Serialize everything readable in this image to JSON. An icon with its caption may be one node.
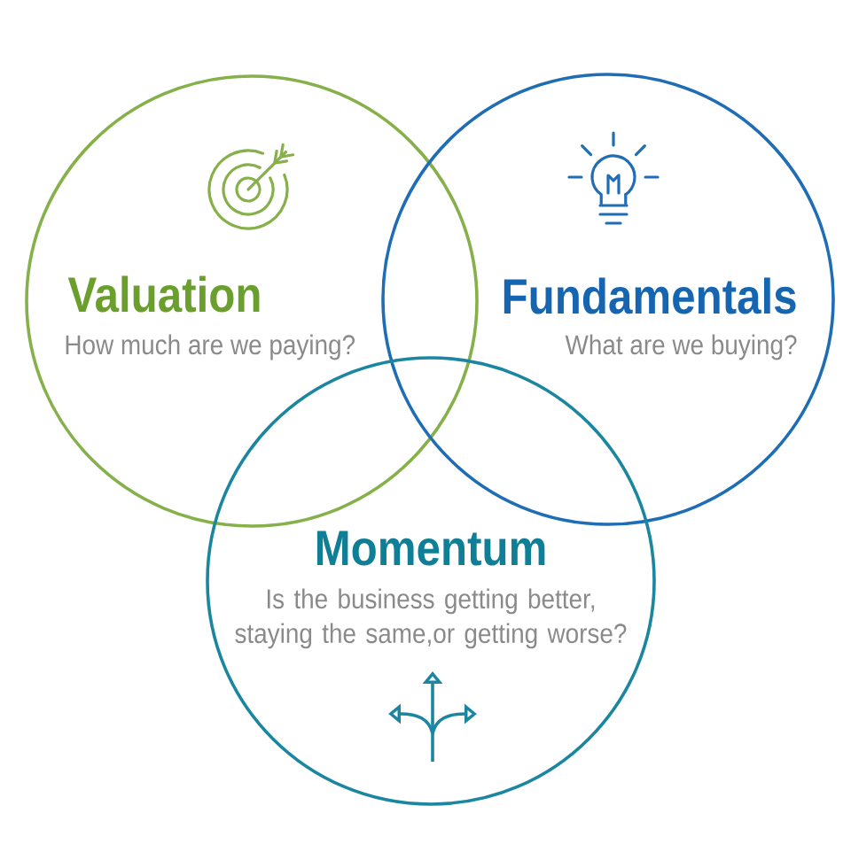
{
  "diagram": {
    "nodes": [
      {
        "text": [
          "Valuation",
          "How much are we paying?"
        ]
      },
      {
        "text": [
          "Fundamentals",
          "What are we buying?"
        ]
      },
      {
        "text": [
          "Momentum",
          "Is the business getting better, staying the same,or getting worse?"
        ]
      }
    ]
  }
}
